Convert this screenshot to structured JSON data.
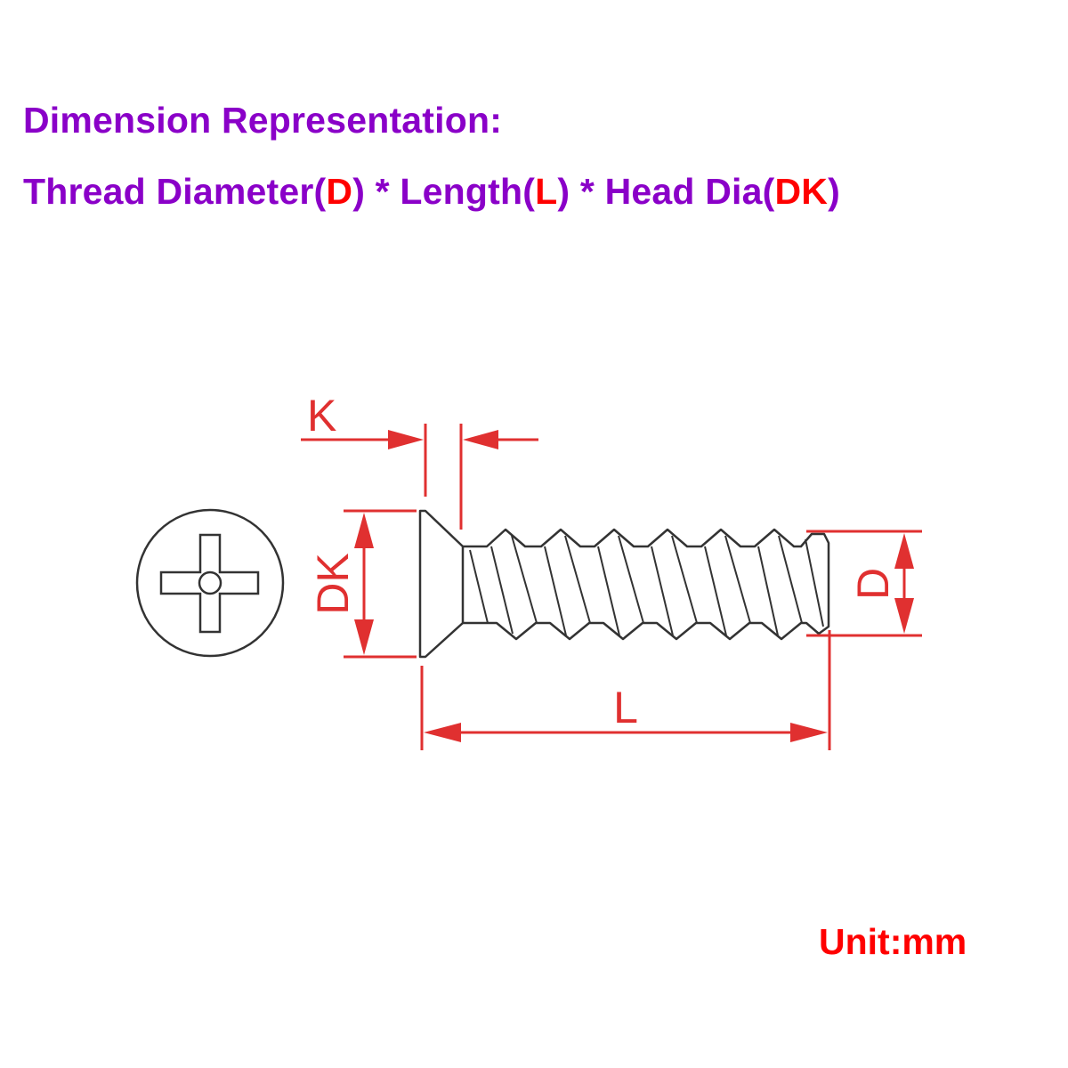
{
  "title": {
    "line1": "Dimension Representation:",
    "line2": {
      "part1": "Thread Diameter(",
      "d": "D",
      "part2": ") * Length(",
      "l": "L",
      "part3": ") * Head Dia(",
      "dk": "DK",
      "part4": ")"
    }
  },
  "labels": {
    "k": "K",
    "dk": "DK",
    "d": "D",
    "l": "L"
  },
  "unit": "Unit:mm",
  "colors": {
    "title": "#8a00c8",
    "highlight": "#ff0000",
    "dimension": "#e03030",
    "outline": "#333333"
  },
  "icons": {
    "head_view": "phillips-head-icon"
  }
}
